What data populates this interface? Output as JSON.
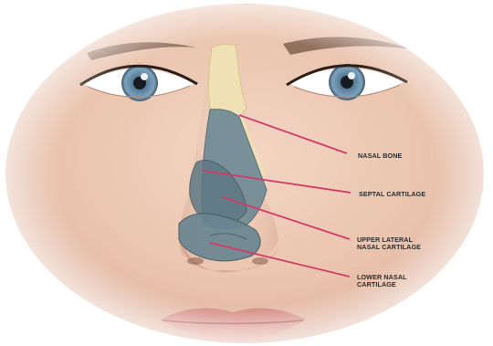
{
  "diagram": {
    "labels": {
      "nasal_bone": "NASAL BONE",
      "septal_cartilage": "SEPTAL CARTILAGE",
      "upper_lateral_cartilage": "UPPER LATERAL\nNASAL CARTILAGE",
      "lower_nasal_cartilage": "LOWER NASAL\nCARTILAGE"
    }
  },
  "colors": {
    "skin": "#ecc9b4",
    "bone": "#efe1b4",
    "cartilage": "#6f8a96",
    "pointer_line": "#d23a68",
    "iris": "#6f93ad",
    "lips": "#d99a92"
  }
}
